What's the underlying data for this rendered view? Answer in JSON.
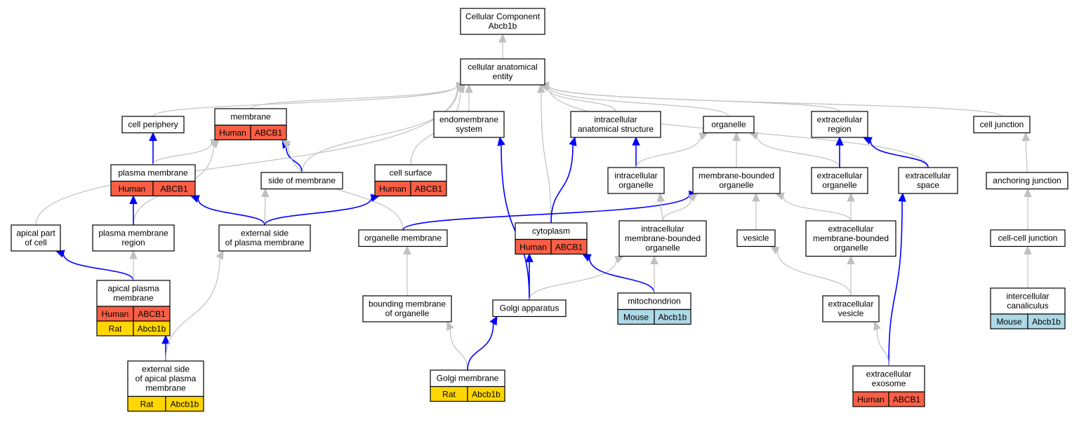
{
  "colors": {
    "edge_grey": "#c0c0c0",
    "edge_blue": "#0000ff",
    "human": "#fa5f46",
    "rat": "#ffd700",
    "mouse": "#add8e6"
  },
  "nodes": [
    {
      "id": "root",
      "lines": [
        "Cellular Component",
        "Abcb1b"
      ]
    },
    {
      "id": "cae",
      "lines": [
        "cellular anatomical",
        "entity"
      ]
    },
    {
      "id": "cellperiph",
      "lines": [
        "cell periphery"
      ]
    },
    {
      "id": "membrane",
      "lines": [
        "membrane"
      ],
      "annotations": [
        [
          "Human",
          "ABCB1"
        ]
      ]
    },
    {
      "id": "endomem",
      "lines": [
        "endomembrane",
        "system"
      ]
    },
    {
      "id": "ias",
      "lines": [
        "intracellular",
        "anatomical structure"
      ]
    },
    {
      "id": "organelle",
      "lines": [
        "organelle"
      ]
    },
    {
      "id": "ecregion",
      "lines": [
        "extracellular",
        "region"
      ]
    },
    {
      "id": "celljunction",
      "lines": [
        "cell junction"
      ]
    },
    {
      "id": "plasmamem",
      "lines": [
        "plasma membrane"
      ],
      "annotations": [
        [
          "Human",
          "ABCB1"
        ]
      ]
    },
    {
      "id": "sideofmem",
      "lines": [
        "side of membrane"
      ]
    },
    {
      "id": "cellsurface",
      "lines": [
        "cell surface"
      ],
      "annotations": [
        [
          "Human",
          "ABCB1"
        ]
      ]
    },
    {
      "id": "intraorg",
      "lines": [
        "intracellular",
        "organelle"
      ]
    },
    {
      "id": "membound",
      "lines": [
        "membrane-bounded",
        "organelle"
      ]
    },
    {
      "id": "ecorganelle",
      "lines": [
        "extracellular",
        "organelle"
      ]
    },
    {
      "id": "ecspace",
      "lines": [
        "extracellular",
        "space"
      ]
    },
    {
      "id": "anchoring",
      "lines": [
        "anchoring junction"
      ]
    },
    {
      "id": "apicalpart",
      "lines": [
        "apical part",
        "of cell"
      ]
    },
    {
      "id": "pmregion",
      "lines": [
        "plasma membrane",
        "region"
      ]
    },
    {
      "id": "extside",
      "lines": [
        "external side",
        "of plasma membrane"
      ]
    },
    {
      "id": "orgmem",
      "lines": [
        "organelle membrane"
      ]
    },
    {
      "id": "cytoplasm",
      "lines": [
        "cytoplasm"
      ],
      "annotations": [
        [
          "Human",
          "ABCB1"
        ]
      ]
    },
    {
      "id": "intramembound",
      "lines": [
        "intracellular",
        "membrane-bounded",
        "organelle"
      ]
    },
    {
      "id": "vesicle",
      "lines": [
        "vesicle"
      ]
    },
    {
      "id": "ecmembound",
      "lines": [
        "extracellular",
        "membrane-bounded",
        "organelle"
      ]
    },
    {
      "id": "cellcell",
      "lines": [
        "cell-cell junction"
      ]
    },
    {
      "id": "apicalpm",
      "lines": [
        "apical plasma",
        "membrane"
      ],
      "annotations": [
        [
          "Human",
          "ABCB1"
        ],
        [
          "Rat",
          "Abcb1b"
        ]
      ]
    },
    {
      "id": "boundingmem",
      "lines": [
        "bounding membrane",
        "of organelle"
      ]
    },
    {
      "id": "golgi",
      "lines": [
        "Golgi apparatus"
      ]
    },
    {
      "id": "mito",
      "lines": [
        "mitochondrion"
      ],
      "annotations": [
        [
          "Mouse",
          "Abcb1b"
        ]
      ]
    },
    {
      "id": "ecvesicle",
      "lines": [
        "extracellular",
        "vesicle"
      ]
    },
    {
      "id": "intercan",
      "lines": [
        "intercellular",
        "canaliculus"
      ],
      "annotations": [
        [
          "Mouse",
          "Abcb1b"
        ]
      ]
    },
    {
      "id": "extapical",
      "lines": [
        "external side",
        "of apical plasma",
        "membrane"
      ],
      "annotations": [
        [
          "Rat",
          "Abcb1b"
        ]
      ]
    },
    {
      "id": "golgimem",
      "lines": [
        "Golgi membrane"
      ],
      "annotations": [
        [
          "Rat",
          "Abcb1b"
        ]
      ]
    },
    {
      "id": "exosome",
      "lines": [
        "extracellular",
        "exosome"
      ],
      "annotations": [
        [
          "Human",
          "ABCB1"
        ]
      ]
    }
  ],
  "edges": [
    {
      "from": "cae",
      "to": "root",
      "style": "is_a"
    },
    {
      "from": "cellperiph",
      "to": "cae",
      "style": "is_a"
    },
    {
      "from": "membrane",
      "to": "cae",
      "style": "is_a"
    },
    {
      "from": "endomem",
      "to": "cae",
      "style": "is_a"
    },
    {
      "from": "ias",
      "to": "cae",
      "style": "is_a"
    },
    {
      "from": "organelle",
      "to": "cae",
      "style": "is_a"
    },
    {
      "from": "ecregion",
      "to": "cae",
      "style": "is_a"
    },
    {
      "from": "celljunction",
      "to": "cae",
      "style": "is_a"
    },
    {
      "from": "apicalpart",
      "to": "cae",
      "style": "is_a"
    },
    {
      "from": "sideofmem",
      "to": "cae",
      "style": "is_a"
    },
    {
      "from": "cellsurface",
      "to": "cae",
      "style": "is_a"
    },
    {
      "from": "cytoplasm",
      "to": "cae",
      "style": "is_a"
    },
    {
      "from": "ecspace",
      "to": "cae",
      "style": "is_a"
    },
    {
      "from": "plasmamem",
      "to": "cellperiph",
      "style": "part_of"
    },
    {
      "from": "plasmamem",
      "to": "membrane",
      "style": "is_a"
    },
    {
      "from": "pmregion",
      "to": "membrane",
      "style": "is_a"
    },
    {
      "from": "sideofmem",
      "to": "membrane",
      "style": "part_of"
    },
    {
      "from": "orgmem",
      "to": "membrane",
      "style": "is_a"
    },
    {
      "from": "golgi",
      "to": "endomem",
      "style": "part_of"
    },
    {
      "from": "intraorg",
      "to": "ias",
      "style": "part_of"
    },
    {
      "from": "cytoplasm",
      "to": "ias",
      "style": "part_of"
    },
    {
      "from": "intraorg",
      "to": "organelle",
      "style": "is_a"
    },
    {
      "from": "membound",
      "to": "organelle",
      "style": "is_a"
    },
    {
      "from": "ecorganelle",
      "to": "organelle",
      "style": "is_a"
    },
    {
      "from": "ecorganelle",
      "to": "ecregion",
      "style": "part_of"
    },
    {
      "from": "ecspace",
      "to": "ecregion",
      "style": "part_of"
    },
    {
      "from": "anchoring",
      "to": "celljunction",
      "style": "is_a"
    },
    {
      "from": "cellcell",
      "to": "anchoring",
      "style": "is_a"
    },
    {
      "from": "intercan",
      "to": "cellcell",
      "style": "is_a"
    },
    {
      "from": "pmregion",
      "to": "plasmamem",
      "style": "part_of"
    },
    {
      "from": "extside",
      "to": "plasmamem",
      "style": "part_of"
    },
    {
      "from": "extside",
      "to": "sideofmem",
      "style": "is_a"
    },
    {
      "from": "extside",
      "to": "cellsurface",
      "style": "part_of"
    },
    {
      "from": "orgmem",
      "to": "membound",
      "style": "part_of"
    },
    {
      "from": "intramembound",
      "to": "intraorg",
      "style": "is_a"
    },
    {
      "from": "intramembound",
      "to": "membound",
      "style": "is_a"
    },
    {
      "from": "vesicle",
      "to": "membound",
      "style": "is_a"
    },
    {
      "from": "ecmembound",
      "to": "membound",
      "style": "is_a"
    },
    {
      "from": "ecmembound",
      "to": "ecorganelle",
      "style": "is_a"
    },
    {
      "from": "exosome",
      "to": "ecspace",
      "style": "part_of"
    },
    {
      "from": "apicalpm",
      "to": "apicalpart",
      "style": "part_of"
    },
    {
      "from": "apicalpm",
      "to": "pmregion",
      "style": "is_a"
    },
    {
      "from": "boundingmem",
      "to": "orgmem",
      "style": "is_a"
    },
    {
      "from": "golgi",
      "to": "cytoplasm",
      "style": "part_of"
    },
    {
      "from": "golgi",
      "to": "intramembound",
      "style": "is_a"
    },
    {
      "from": "mito",
      "to": "cytoplasm",
      "style": "part_of"
    },
    {
      "from": "mito",
      "to": "intramembound",
      "style": "is_a"
    },
    {
      "from": "ecvesicle",
      "to": "vesicle",
      "style": "is_a"
    },
    {
      "from": "ecvesicle",
      "to": "ecmembound",
      "style": "is_a"
    },
    {
      "from": "exosome",
      "to": "ecvesicle",
      "style": "is_a"
    },
    {
      "from": "extapical",
      "to": "apicalpm",
      "style": "part_of"
    },
    {
      "from": "extapical",
      "to": "extside",
      "style": "is_a"
    },
    {
      "from": "golgimem",
      "to": "boundingmem",
      "style": "is_a"
    },
    {
      "from": "golgimem",
      "to": "golgi",
      "style": "part_of"
    }
  ]
}
